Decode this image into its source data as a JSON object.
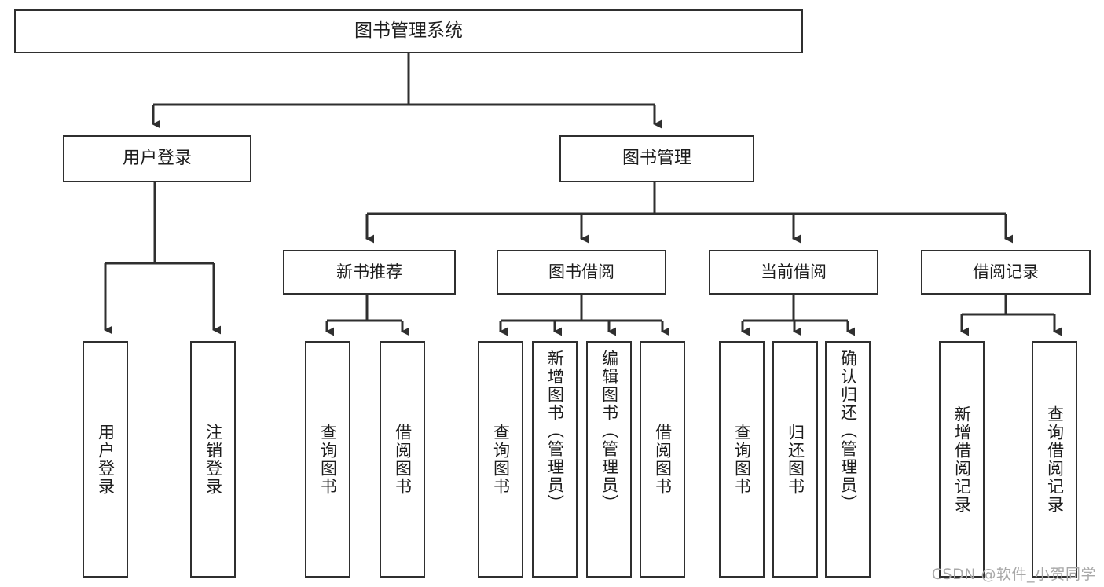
{
  "diagram": {
    "title": "图书管理系统",
    "type": "tree-hierarchy",
    "root": {
      "id": "root",
      "label": "图书管理系统"
    },
    "level2": [
      {
        "id": "user-login",
        "label": "用户登录"
      },
      {
        "id": "book-manage",
        "label": "图书管理"
      }
    ],
    "level3": [
      {
        "id": "new-book-rec",
        "label": "新书推荐",
        "parent": "book-manage"
      },
      {
        "id": "book-borrow",
        "label": "图书借阅",
        "parent": "book-manage"
      },
      {
        "id": "current-borrow",
        "label": "当前借阅",
        "parent": "book-manage"
      },
      {
        "id": "borrow-record",
        "label": "借阅记录",
        "parent": "book-manage"
      }
    ],
    "leaves": [
      {
        "id": "leaf-user-login",
        "label": "用户登录",
        "parent": "user-login"
      },
      {
        "id": "leaf-user-logout",
        "label": "注销登录",
        "parent": "user-login"
      },
      {
        "id": "leaf-query-book-1",
        "label": "查询图书",
        "parent": "new-book-rec"
      },
      {
        "id": "leaf-borrow-book-1",
        "label": "借阅图书",
        "parent": "new-book-rec"
      },
      {
        "id": "leaf-query-book-2",
        "label": "查询图书",
        "parent": "book-borrow"
      },
      {
        "id": "leaf-add-book",
        "label": "新增图书（管理员）",
        "parent": "book-borrow"
      },
      {
        "id": "leaf-edit-book",
        "label": "编辑图书（管理员）",
        "parent": "book-borrow"
      },
      {
        "id": "leaf-borrow-book-2",
        "label": "借阅图书",
        "parent": "book-borrow"
      },
      {
        "id": "leaf-query-book-3",
        "label": "查询图书",
        "parent": "current-borrow"
      },
      {
        "id": "leaf-return-book",
        "label": "归还图书",
        "parent": "current-borrow"
      },
      {
        "id": "leaf-confirm-return",
        "label": "确认归还（管理员）",
        "parent": "current-borrow"
      },
      {
        "id": "leaf-add-record",
        "label": "新增借阅记录",
        "parent": "borrow-record"
      },
      {
        "id": "leaf-query-record",
        "label": "查询借阅记录",
        "parent": "borrow-record"
      }
    ]
  },
  "watermark": {
    "text": "CSDN @软件_小贺同学"
  },
  "colors": {
    "stroke": "#2f2f2f",
    "text": "#1d1d1d",
    "background": "#ffffff",
    "watermark": "#a8a8a8"
  }
}
